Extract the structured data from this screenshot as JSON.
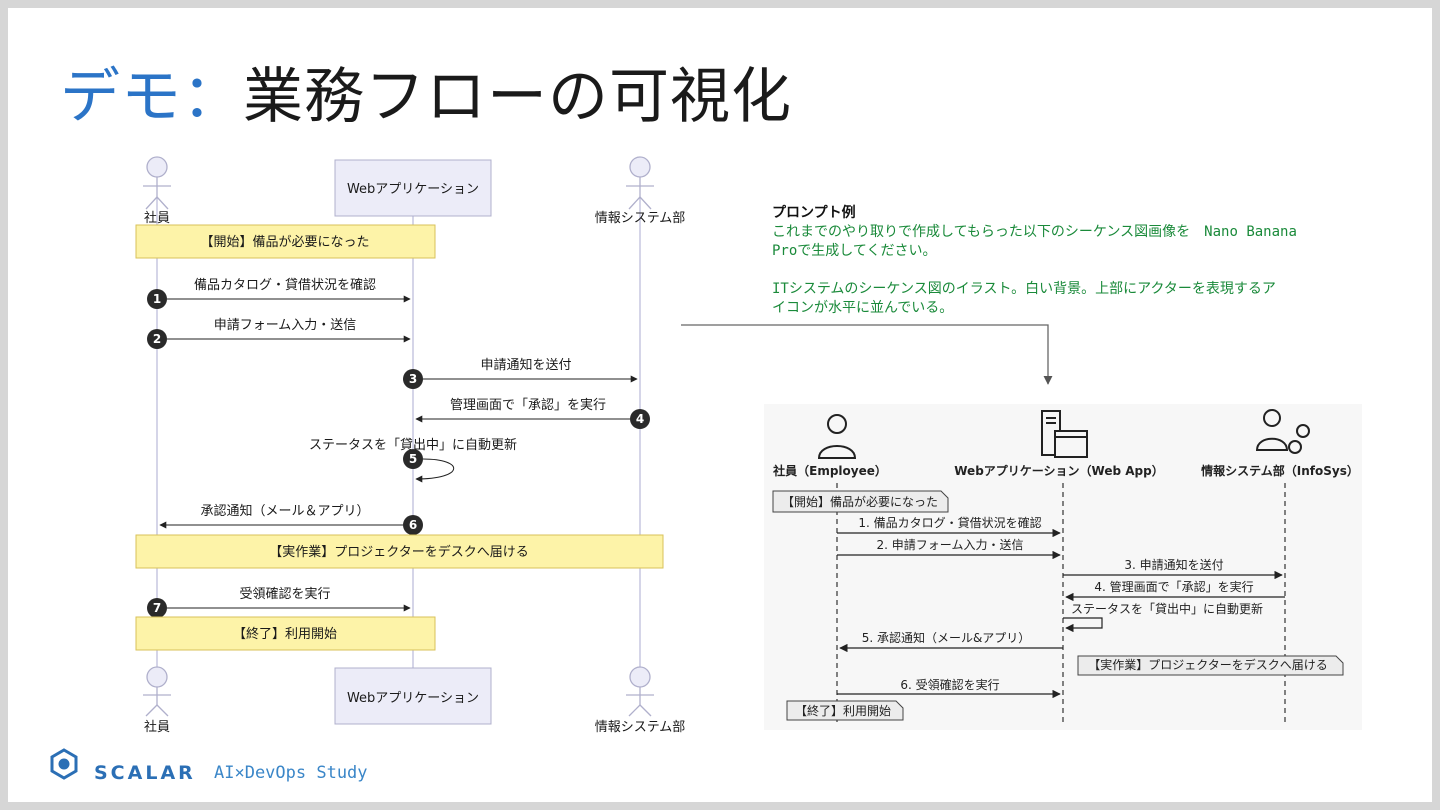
{
  "title": {
    "accent": "デモ：",
    "main": "業務フローの可視化"
  },
  "left_diagram": {
    "actor_employee": "社員",
    "actor_webapp": "Webアプリケーション",
    "actor_infosys": "情報システム部",
    "note_start": "【開始】備品が必要になった",
    "note_work": "【実作業】プロジェクターをデスクへ届ける",
    "note_end": "【終了】利用開始",
    "steps": [
      {
        "num": "1",
        "label": "備品カタログ・貸借状況を確認"
      },
      {
        "num": "2",
        "label": "申請フォーム入力・送信"
      },
      {
        "num": "3",
        "label": "申請通知を送付"
      },
      {
        "num": "4",
        "label": "管理画面で「承認」を実行"
      },
      {
        "num": "5",
        "label": "ステータスを「貸出中」に自動更新"
      },
      {
        "num": "6",
        "label": "承認通知（メール＆アプリ）"
      },
      {
        "num": "7",
        "label": "受領確認を実行"
      }
    ]
  },
  "prompt": {
    "heading": "プロンプト例",
    "body": "これまでのやり取りで作成してもらった以下のシーケンス図画像を　Nano Banana\nProで生成してください。\n\nITシステムのシーケンス図のイラスト。白い背景。上部にアクターを表現するア\nイコンが水平に並んでいる。"
  },
  "right_diagram": {
    "actor_employee": "社員（Employee）",
    "actor_webapp": "Webアプリケーション（Web App）",
    "actor_infosys": "情報システム部（InfoSys）",
    "note_start": "【開始】備品が必要になった",
    "note_work": "【実作業】プロジェクターをデスクへ届ける",
    "note_end": "【終了】利用開始",
    "steps": [
      "1. 備品カタログ・貸借状況を確認",
      "2. 申請フォーム入力・送信",
      "3. 申請通知を送付",
      "4. 管理画面で「承認」を実行",
      "ステータスを「貸出中」に自動更新",
      "5. 承認通知（メール&アプリ）",
      "6. 受領確認を実行"
    ]
  },
  "footer": {
    "brand": "SCALAR",
    "study": "AI×DevOps Study"
  },
  "colors": {
    "accent": "#2b74c7",
    "note_fill": "#fdf3a8",
    "participant_fill": "#ececf8",
    "prompt_green": "#1a8a3a"
  }
}
